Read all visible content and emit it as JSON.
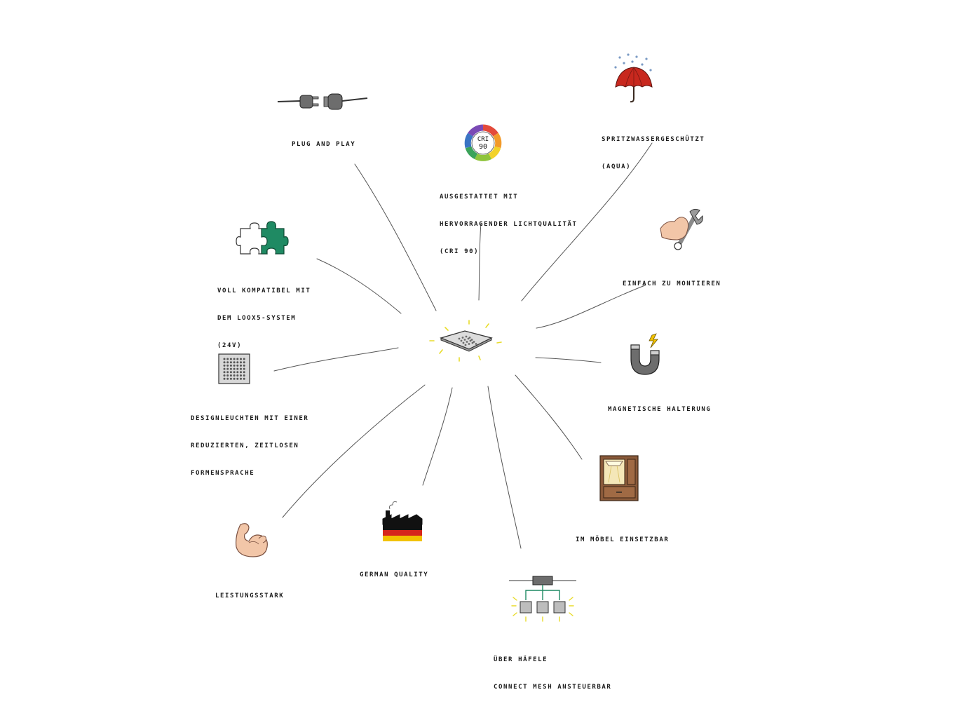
{
  "features": {
    "plug": {
      "lines": [
        "Plug and Play"
      ],
      "icon": "plug-icon"
    },
    "cri": {
      "lines": [
        "Ausgestattet mit",
        "hervorragender Lichtqualität",
        "(CRI 90)"
      ],
      "icon": "color-wheel-icon",
      "badge_line1": "CRI",
      "badge_line2": "90"
    },
    "aqua": {
      "lines": [
        "Spritzwassergeschützt",
        "(AQUA)"
      ],
      "icon": "umbrella-icon"
    },
    "mount": {
      "lines": [
        "Einfach zu montieren"
      ],
      "icon": "wrench-hand-icon"
    },
    "compatible": {
      "lines": [
        "Voll kompatibel mit",
        "dem LOOX5-System",
        "(24V)"
      ],
      "icon": "puzzle-icon"
    },
    "design": {
      "lines": [
        "Designleuchten mit einer",
        "reduzierten, zeitlosen",
        "Formensprache"
      ],
      "icon": "design-light-icon"
    },
    "magnet": {
      "lines": [
        "Magnetische Halterung"
      ],
      "icon": "magnet-icon"
    },
    "furniture": {
      "lines": [
        "Im Möbel einsetzbar"
      ],
      "icon": "cabinet-icon"
    },
    "strong": {
      "lines": [
        "Leistungsstark"
      ],
      "icon": "muscle-arm-icon"
    },
    "german": {
      "lines": [
        "German Quality"
      ],
      "icon": "factory-flag-icon"
    },
    "mesh": {
      "lines": [
        "Über Häfele",
        "Connect Mesh ansteuerbar"
      ],
      "icon": "mesh-network-icon"
    }
  },
  "center": {
    "icon": "led-panel-light-icon"
  },
  "colors": {
    "line": "#555555",
    "umbrella": "#c8281e",
    "puzzle": "#1f8a63",
    "skin": "#f2c6a8",
    "metal": "#6d6d6d",
    "wood": "#8a5a3a",
    "flag_black": "#111111",
    "flag_red": "#d6261c",
    "flag_gold": "#f2c200",
    "glow": "#e8dc2a"
  }
}
